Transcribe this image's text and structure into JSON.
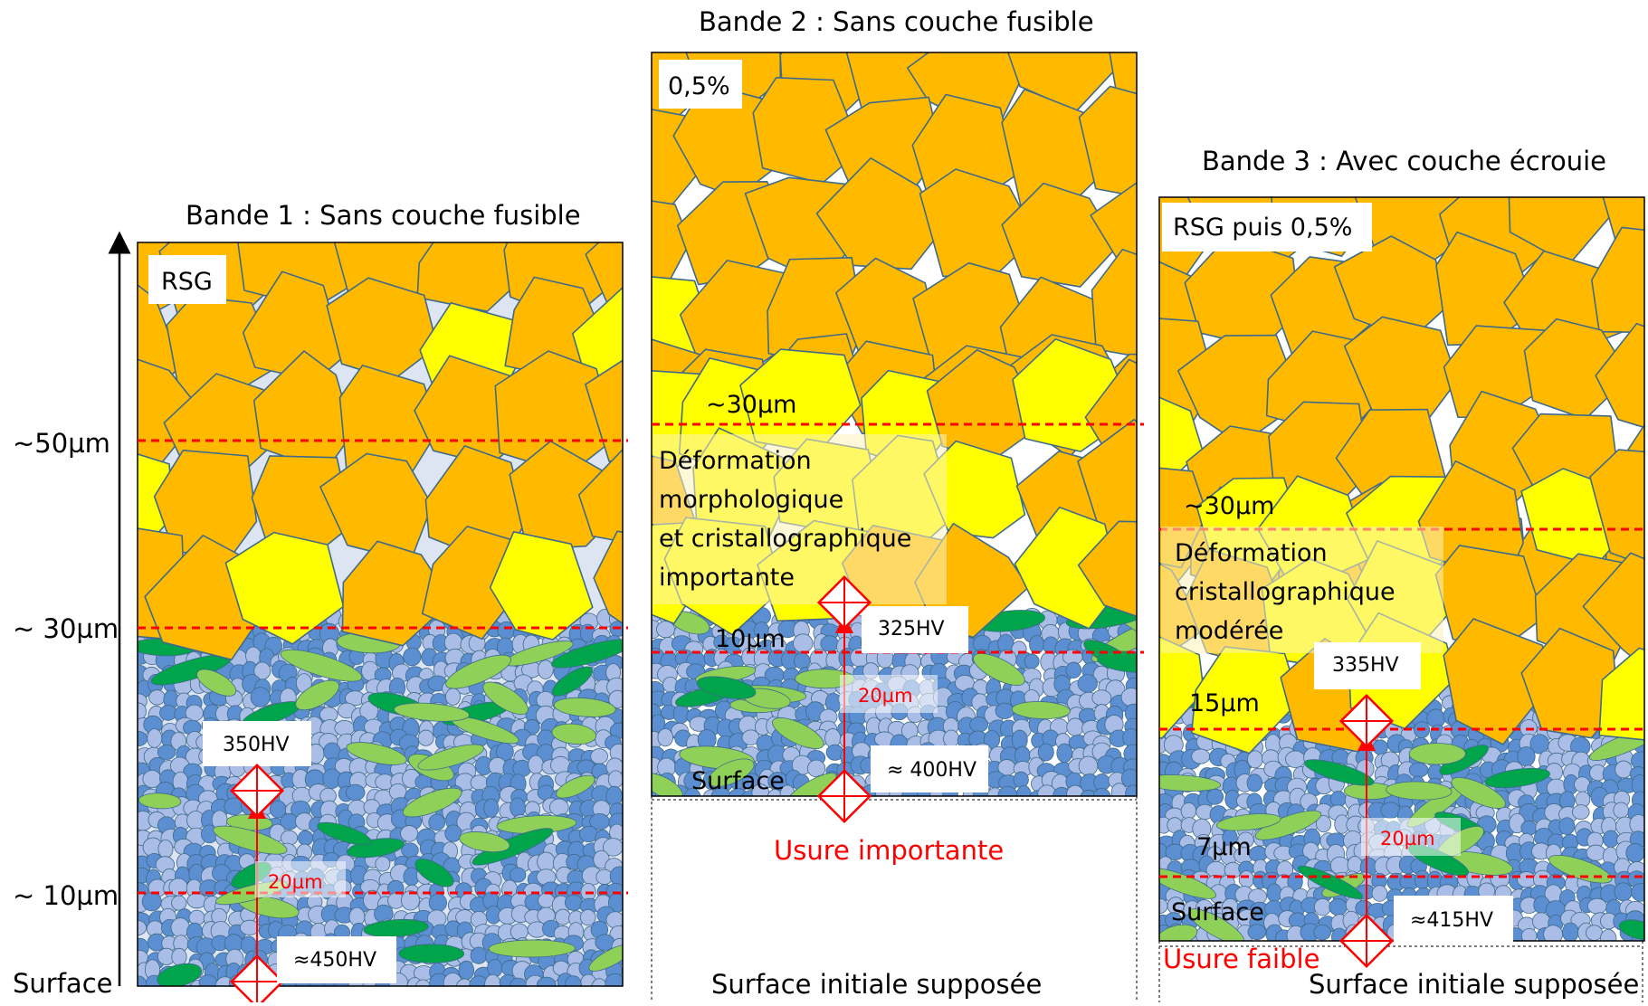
{
  "axis": {
    "labels": [
      "~50µm",
      "~ 30µm",
      "~ 10µm",
      "Surface"
    ]
  },
  "colors": {
    "grain_orange": "#ffba00",
    "grain_yellow": "#ffff00",
    "grain_outline": "#3f6a8a",
    "fine_blue": "#5b8fd1",
    "fine_lightblue": "#a9bde6",
    "green_dark": "#00a44a",
    "green_light": "#8fd158",
    "red_line": "#ff0000"
  },
  "band1": {
    "title": "Bande 1 : Sans couche fusible",
    "tag": "RSG",
    "hardness_top": "350HV",
    "hardness_bottom": "≈450HV",
    "distance": "20µm"
  },
  "band2": {
    "title": "Bande 2 : Sans couche fusible",
    "tag": "0,5%",
    "depth_30": "~30µm",
    "depth_10": "10µm",
    "deformation": [
      "Déformation",
      "morphologique",
      "et cristallographique",
      "importante"
    ],
    "hardness_top": "325HV",
    "hardness_bottom": "≈ 400HV",
    "distance": "20µm",
    "surface": "Surface",
    "wear": "Usure importante",
    "initial_surface": "Surface initiale supposée"
  },
  "band3": {
    "title": "Bande 3 : Avec couche écrouie",
    "tag": "RSG puis 0,5%",
    "depth_30": "~30µm",
    "depth_15": "15µm",
    "depth_7": "7µm",
    "deformation": [
      "Déformation",
      "cristallographique",
      "modérée"
    ],
    "hardness_top": "335HV",
    "hardness_bottom": "≈415HV",
    "distance": "20µm",
    "surface": "Surface",
    "wear": "Usure faible",
    "initial_surface": "Surface initiale supposée"
  }
}
